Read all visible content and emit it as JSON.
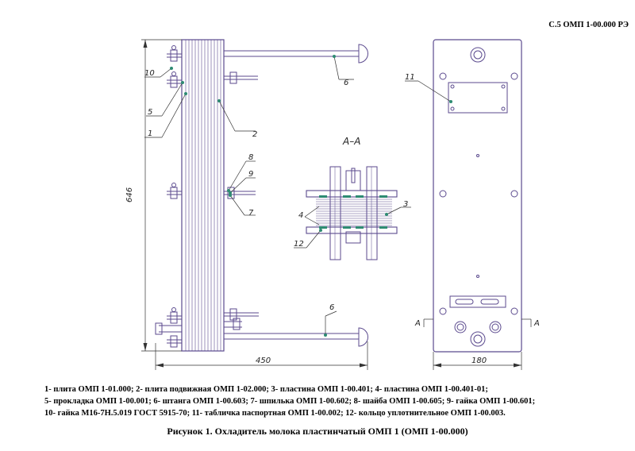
{
  "header": {
    "sheet_ref": "С.5  ОМП 1-00.000 РЭ"
  },
  "drawing": {
    "dimensions": {
      "height": "646",
      "length": "450",
      "width": "180"
    },
    "callouts": [
      "10",
      "5",
      "1",
      "2",
      "6",
      "8",
      "9",
      "7",
      "6",
      "11",
      "4",
      "3",
      "12"
    ],
    "section_title": "А–А",
    "section_marks": [
      "А",
      "А"
    ]
  },
  "legend": {
    "lines": [
      "1- плита ОМП 1-01.000; 2- плита подвижная ОМП 1-02.000; 3- пластина ОМП 1-00.401; 4- пластина ОМП 1-00.401-01;",
      "5- прокладка ОМП 1-00.001; 6- штанга ОМП 1-00.603; 7- шпилька ОМП 1-00.602; 8- шайба ОМП 1-00.605; 9- гайка ОМП 1-00.601;",
      "10- гайка М16-7Н.5.019 ГОСТ 5915-70; 11- табличка паспортная ОМП 1-00.002; 12- кольцо уплотнительное ОМП 1-00.003."
    ]
  },
  "caption": "Рисунок 1.  Охладитель молока пластинчатый ОМП 1  (ОМП 1-00.000)",
  "colors": {
    "lines": "#5b4a8e",
    "leaders": "#333333",
    "markers": "#2e8b72"
  }
}
